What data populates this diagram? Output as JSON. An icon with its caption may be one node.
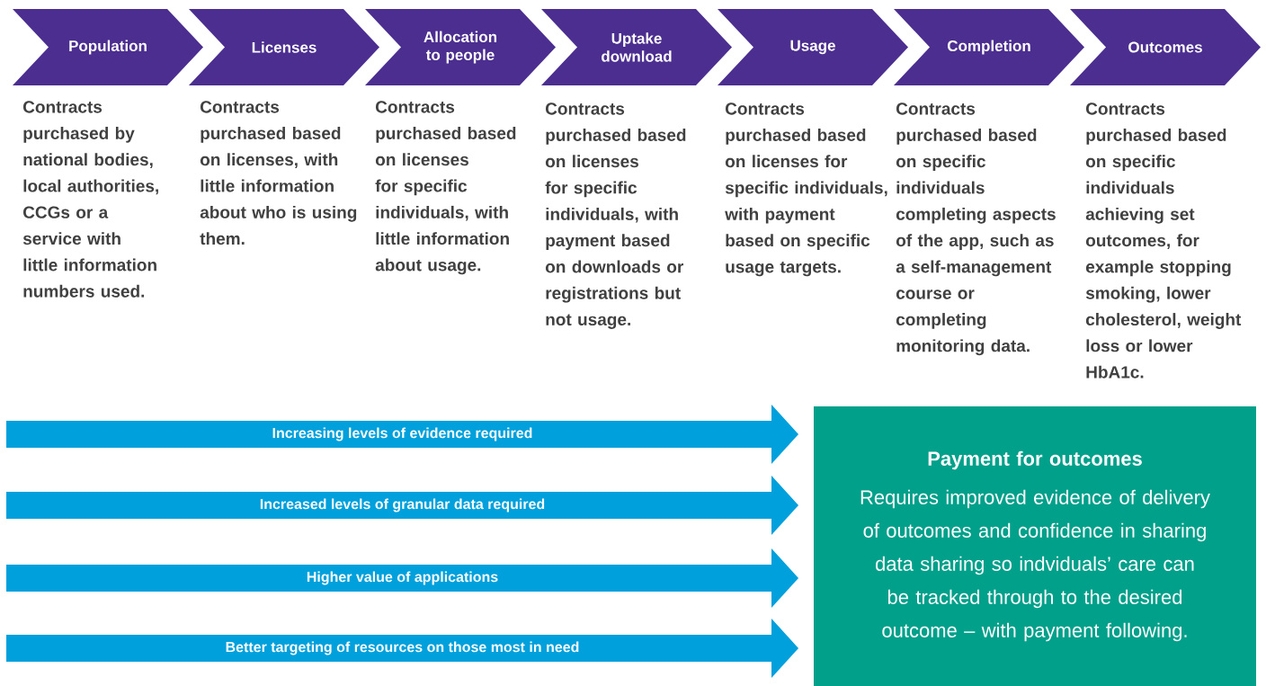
{
  "diagram": {
    "nodes": [
      {
        "text": [
          "Population"
        ],
        "beside": [
          "Contracts purchased by national bodies, local authorities, CCGs or a service with little information numbers used."
        ]
      },
      {
        "text": [
          "Licenses"
        ],
        "beside": [
          "Contracts purchased based on licenses, with little information about who is using them."
        ]
      },
      {
        "text": [
          "Allocation to people"
        ],
        "beside": [
          "Contracts purchased based on licenses for specific individuals, with little information about usage."
        ]
      },
      {
        "text": [
          "Uptake download"
        ],
        "beside": [
          "Contracts purchased based on licenses for specific individuals, with payment based on downloads or registrations but not usage."
        ]
      },
      {
        "text": [
          "Usage"
        ],
        "beside": [
          "Contracts purchased based on licenses for specific individuals, with payment based on specific usage targets."
        ]
      },
      {
        "text": [
          "Completion"
        ],
        "beside": [
          "Contracts purchased based on specific individuals completing aspects of the app, such as a self-management course or completing monitoring data."
        ]
      },
      {
        "text": [
          "Outcomes"
        ],
        "beside": [
          "Contracts purchased based on specific individuals achieving set outcomes, for example stopping smoking, lower cholesterol, weight loss or lower HbA1c."
        ]
      },
      {
        "text": [
          "Increasing levels of evidence required"
        ]
      },
      {
        "text": [
          "Increased levels of granular data required"
        ]
      },
      {
        "text": [
          "Higher value of applications"
        ]
      },
      {
        "text": [
          "Better targeting of resources on those most in need"
        ]
      },
      {
        "text": [
          "Payment for outcomes",
          "Requires improved evidence of delivery of outcomes and confidence in sharing data sharing so indviduals’ care can be tracked through to the desired outcome – with payment following."
        ]
      }
    ]
  }
}
